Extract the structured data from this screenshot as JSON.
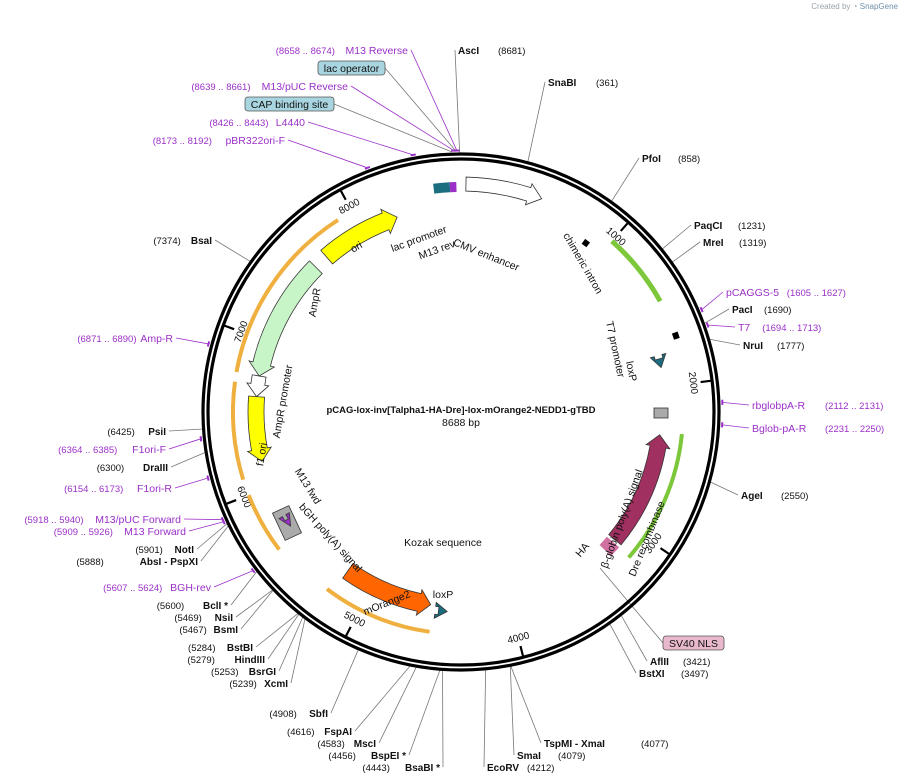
{
  "credit": {
    "prefix": "Created by",
    "brand": "SnapGene"
  },
  "plasmid": {
    "name": "pCAG-lox-inv[Talpha1-HA-Dre]-lox-mOrange2-NEDD1-gTBD",
    "length_label": "8688 bp"
  },
  "ticks": [
    "1000",
    "2000",
    "3000",
    "4000",
    "5000",
    "6000",
    "7000",
    "8000"
  ],
  "enzymes": [
    {
      "name": "AscI",
      "pos": "(8681)"
    },
    {
      "name": "SnaBI",
      "pos": "(361)"
    },
    {
      "name": "PfoI",
      "pos": "(858)"
    },
    {
      "name": "PaqCI",
      "pos": "(1231)"
    },
    {
      "name": "MreI",
      "pos": "(1319)"
    },
    {
      "name": "PacI",
      "pos": "(1690)"
    },
    {
      "name": "NruI",
      "pos": "(1777)"
    },
    {
      "name": "AgeI",
      "pos": "(2550)"
    },
    {
      "name": "AflII",
      "pos": "(3421)"
    },
    {
      "name": "BstXI",
      "pos": "(3497)"
    },
    {
      "name": "TspMI  -  XmaI",
      "pos": "(4077)"
    },
    {
      "name": "SmaI",
      "pos": "(4079)"
    },
    {
      "name": "EcoRV",
      "pos": "(4212)"
    },
    {
      "name": "BsaBI *",
      "pos": "(4443)"
    },
    {
      "name": "BspEI *",
      "pos": "(4456)"
    },
    {
      "name": "MscI",
      "pos": "(4583)"
    },
    {
      "name": "FspAI",
      "pos": "(4616)"
    },
    {
      "name": "SbfI",
      "pos": "(4908)"
    },
    {
      "name": "XcmI",
      "pos": "(5239)"
    },
    {
      "name": "BsrGI",
      "pos": "(5253)"
    },
    {
      "name": "HindIII",
      "pos": "(5279)"
    },
    {
      "name": "BstBI",
      "pos": "(5284)"
    },
    {
      "name": "BsmI",
      "pos": "(5467)"
    },
    {
      "name": "NsiI",
      "pos": "(5469)"
    },
    {
      "name": "BclI *",
      "pos": "(5600)"
    },
    {
      "name": "AbsI  -  PspXI",
      "pos": "(5888)"
    },
    {
      "name": "NotI",
      "pos": "(5901)"
    },
    {
      "name": "DraIII",
      "pos": "(6300)"
    },
    {
      "name": "PsiI",
      "pos": "(6425)"
    },
    {
      "name": "BsaI",
      "pos": "(7374)"
    }
  ],
  "primers": [
    {
      "name": "M13 Reverse",
      "range": "(8658 .. 8674)"
    },
    {
      "name": "M13/pUC Reverse",
      "range": "(8639 .. 8661)"
    },
    {
      "name": "L4440",
      "range": "(8426 .. 8443)"
    },
    {
      "name": "pBR322ori-F",
      "range": "(8173 .. 8192)"
    },
    {
      "name": "pCAGGS-5",
      "range": "(1605 .. 1627)"
    },
    {
      "name": "T7",
      "range": "(1694 .. 1713)"
    },
    {
      "name": "rbglobpA-R",
      "range": "(2112 .. 2131)"
    },
    {
      "name": "Bglob-pA-R",
      "range": "(2231 .. 2250)"
    },
    {
      "name": "Amp-R",
      "range": "(6871 .. 6890)"
    },
    {
      "name": "F1ori-F",
      "range": "(6364 .. 6385)"
    },
    {
      "name": "F1ori-R",
      "range": "(6154 .. 6173)"
    },
    {
      "name": "M13/pUC Forward",
      "range": "(5918 .. 5940)"
    },
    {
      "name": "M13 Forward",
      "range": "(5909 .. 5926)"
    },
    {
      "name": "BGH-rev",
      "range": "(5607 .. 5624)"
    }
  ],
  "boxed_labels": [
    {
      "text": "lac operator",
      "color": "#a8d5e0"
    },
    {
      "text": "CAP binding site",
      "color": "#a8d5e0"
    },
    {
      "text": "SV40 NLS",
      "color": "#e8b8cc"
    }
  ],
  "features": {
    "cmv": "CMV enhancer",
    "intron": "chimeric intron",
    "t7": "T7 promoter",
    "loxp1": "loxP",
    "bglob": "β-globin poly(A) signal",
    "dre": "Dre recombinase",
    "ha": "HA",
    "kozak": "Kozak sequence",
    "loxp2": "loxP",
    "morange": "mOrange2",
    "bgh": "bGH poly(A) signal",
    "m13fwd": "M13 fwd",
    "f1": "f1 ori",
    "ampprom": "AmpR promoter",
    "ampr": "AmpR",
    "ori": "ori",
    "lacprom": "lac promoter",
    "m13rev": "M13 rev"
  },
  "colors": {
    "primer": "#9b30c8",
    "ori": "#ffff00",
    "ampr": "#c8f5c8",
    "dre": "#a03060",
    "morange": "#ff6600",
    "green_arc": "#7cc83a",
    "orange_arc": "#f0b040",
    "loxp": "#1a6e80"
  }
}
